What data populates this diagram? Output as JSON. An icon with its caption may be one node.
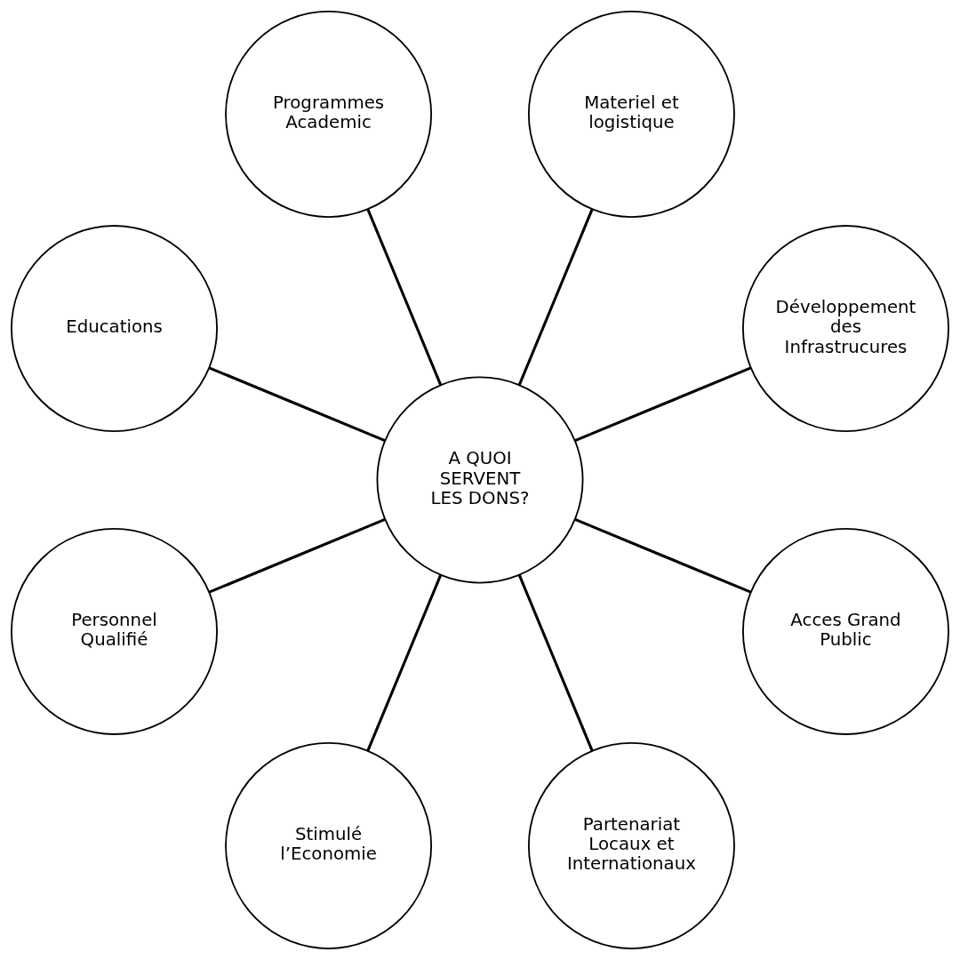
{
  "diagram": {
    "nodes": [
      {
        "text": [
          "A QUOI SERVENT LES DONS?"
        ]
      },
      {
        "text": [
          "Développement des Infrastrucures"
        ]
      },
      {
        "text": [
          "Materiel et logistique"
        ]
      },
      {
        "text": [
          "Programmes Academic"
        ]
      },
      {
        "text": [
          "Educations"
        ]
      },
      {
        "text": [
          "Personnel Qualifié"
        ]
      },
      {
        "text": [
          "Stimulé l’Economie"
        ]
      },
      {
        "text": [
          "Partenariat Locaux et Internationaux"
        ]
      },
      {
        "text": [
          "Acces Grand Public"
        ]
      }
    ],
    "edges": [
      {
        "from": 0,
        "to": 1,
        "arrow": "none"
      },
      {
        "from": 0,
        "to": 3,
        "arrow": "none"
      },
      {
        "from": 0,
        "to": 5,
        "arrow": "none"
      },
      {
        "from": 0,
        "to": 7,
        "arrow": "none"
      },
      {
        "from": 0,
        "to": 8,
        "arrow": "none"
      },
      {
        "from": 0,
        "to": 6,
        "arrow": "none"
      },
      {
        "from": 0,
        "to": 4,
        "arrow": "none"
      },
      {
        "from": 0,
        "to": 2,
        "arrow": "none"
      }
    ]
  }
}
